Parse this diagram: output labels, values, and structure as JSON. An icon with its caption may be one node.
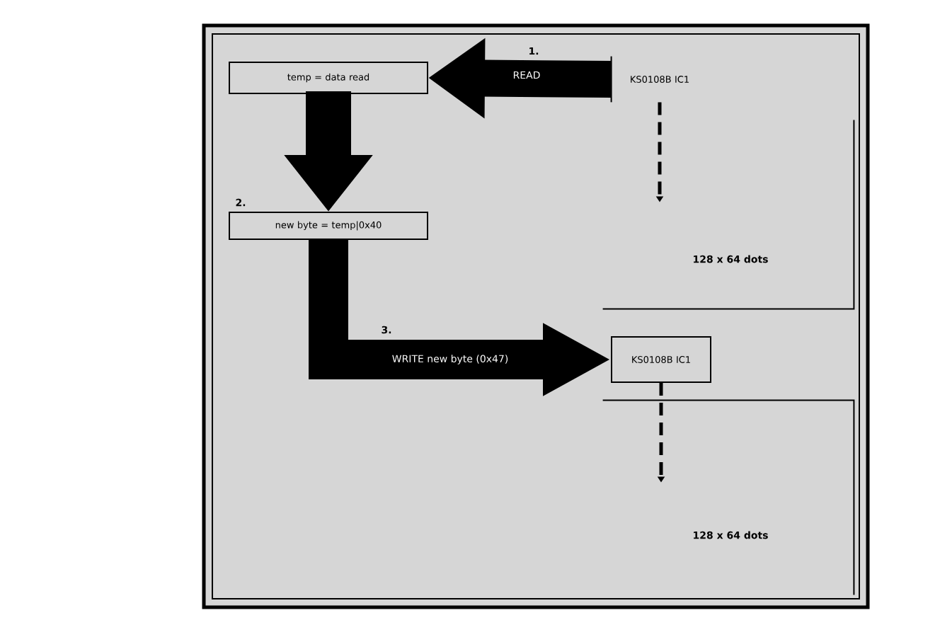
{
  "diagram": {
    "nodes": [
      {
        "text": [
          "temp = data read"
        ]
      },
      {
        "text": [
          "new byte = temp|0x40"
        ],
        "beside": [
          "2."
        ]
      },
      {
        "text": [
          "KS0108B IC1"
        ]
      },
      {
        "text": [
          "128 x 64 dots"
        ]
      },
      {
        "text": [
          "KS0108B IC1"
        ]
      },
      {
        "text": [
          "128 x 64 dots"
        ]
      }
    ],
    "edges": [
      {
        "from": 2,
        "to": 0,
        "arrow": "to",
        "label": "READ"
      },
      {
        "from": 0,
        "to": 1,
        "arrow": "to"
      },
      {
        "from": 1,
        "to": 4,
        "arrow": "to",
        "label": "WRITE new byte (0x47)"
      },
      {
        "from": 2,
        "to": 3,
        "arrow": "to",
        "style": "dashed"
      },
      {
        "from": 4,
        "to": 5,
        "arrow": "to",
        "style": "dashed"
      }
    ],
    "labels": [
      "1.",
      "3."
    ]
  }
}
